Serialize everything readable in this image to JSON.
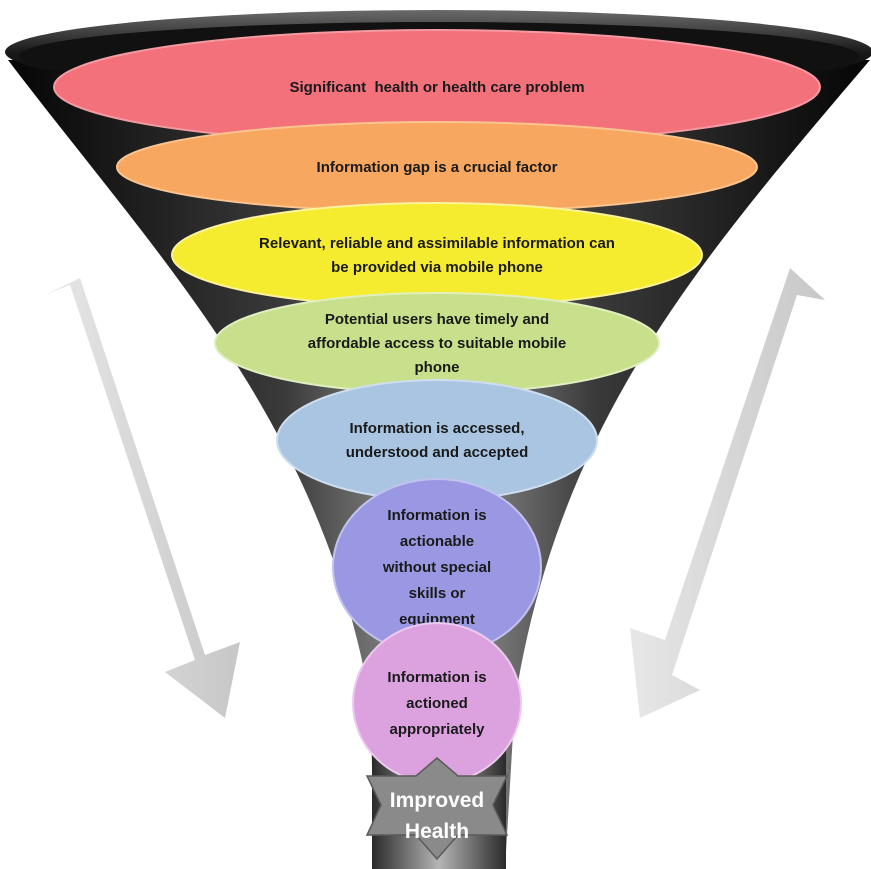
{
  "stages": [
    {
      "lines": [
        "Significant  health or health care problem"
      ],
      "color": "#f2717b",
      "edge": "#f59aa2"
    },
    {
      "lines": [
        "Information gap is a crucial factor"
      ],
      "color": "#f8a760",
      "edge": "#fbc48f"
    },
    {
      "lines": [
        "Relevant, reliable and assimilable information can",
        "be provided via mobile phone"
      ],
      "color": "#f6ec2f",
      "edge": "#fbf39a"
    },
    {
      "lines": [
        "Potential users have timely and",
        "affordable access to suitable mobile",
        "phone"
      ],
      "color": "#c8e08c",
      "edge": "#e0eec0"
    },
    {
      "lines": [
        "Information is accessed,",
        "understood and accepted"
      ],
      "color": "#a9c5e2",
      "edge": "#cfdeef"
    },
    {
      "lines": [
        "Information is",
        "actionable",
        "without special",
        "skills or",
        "equipment"
      ],
      "color": "#9a98e3",
      "edge": "#c2c1ef"
    },
    {
      "lines": [
        "Information is",
        "actioned",
        "appropriately"
      ],
      "color": "#dca2e0",
      "edge": "#ecc9ee"
    }
  ],
  "outcome": {
    "lines": [
      "Improved",
      "Health"
    ],
    "color": "#8a8a8a"
  },
  "colors": {
    "funnel_dark": "#0d0d0d",
    "funnel_highlight": "#9a9a9a",
    "arrow": "#d2d2d2",
    "arrow_edge": "#ececec"
  }
}
